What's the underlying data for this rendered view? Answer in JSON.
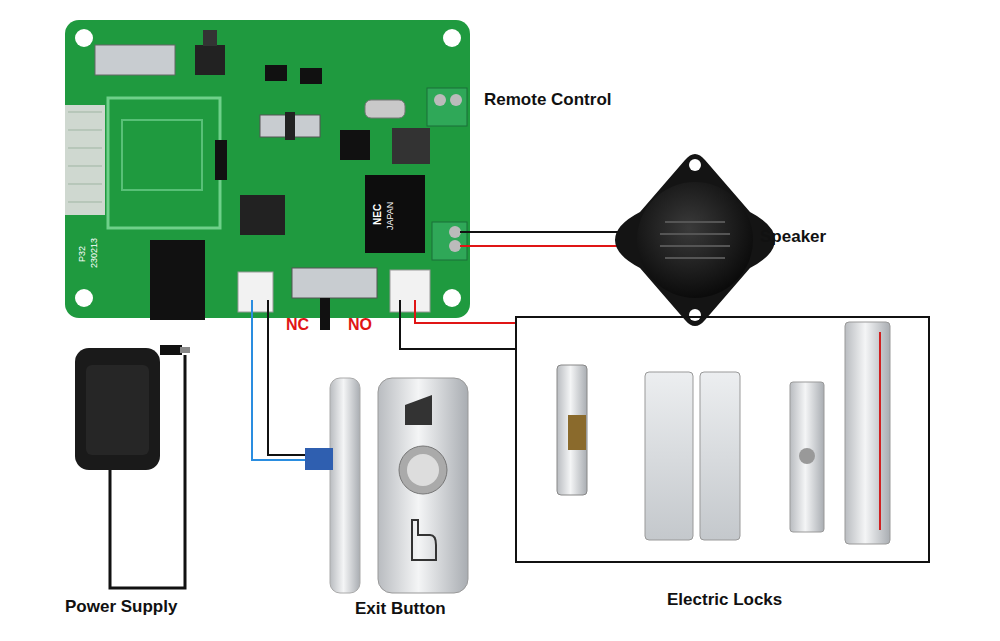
{
  "diagram": {
    "nodes": [
      {
        "text": [
          "Electric Locks"
        ]
      }
    ],
    "labels": [
      "Remote Control",
      "Speaker",
      "Power Supply",
      "Exit Button",
      "NC",
      "NO",
      "P32",
      "230213",
      "NEC",
      "JAPAN"
    ]
  }
}
